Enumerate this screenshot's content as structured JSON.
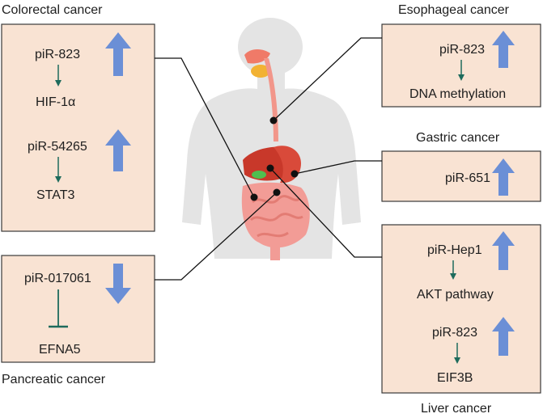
{
  "colors": {
    "box_fill": "#f9e3d3",
    "up_arrow": "#6b8fd6",
    "regulation_arrow": "#1e6b5c",
    "body_silhouette": "#e4e4e4"
  },
  "icons": [
    "human-body-icon",
    "up-arrow-icon",
    "down-arrow-icon",
    "inhibition-icon"
  ],
  "cancers": {
    "colorectal": {
      "title": "Colorectal cancer",
      "pairs": [
        {
          "pirna": "piR-823",
          "target": "HIF-1α",
          "direction": "up",
          "relation": "activates"
        },
        {
          "pirna": "piR-54265",
          "target": "STAT3",
          "direction": "up",
          "relation": "activates"
        }
      ]
    },
    "pancreatic": {
      "title": "Pancreatic cancer",
      "pairs": [
        {
          "pirna": "piR-017061",
          "target": "EFNA5",
          "direction": "down",
          "relation": "inhibits"
        }
      ]
    },
    "esophageal": {
      "title": "Esophageal cancer",
      "pairs": [
        {
          "pirna": "piR-823",
          "target": "DNA methylation",
          "direction": "up",
          "relation": "activates"
        }
      ]
    },
    "gastric": {
      "title": "Gastric cancer",
      "pairs": [
        {
          "pirna": "piR-651",
          "direction": "up"
        }
      ]
    },
    "liver": {
      "title": "Liver cancer",
      "pairs": [
        {
          "pirna": "piR-Hep1",
          "target": "AKT pathway",
          "direction": "up",
          "relation": "activates"
        },
        {
          "pirna": "piR-823",
          "target": "EIF3B",
          "direction": "up",
          "relation": "activates"
        }
      ]
    }
  }
}
